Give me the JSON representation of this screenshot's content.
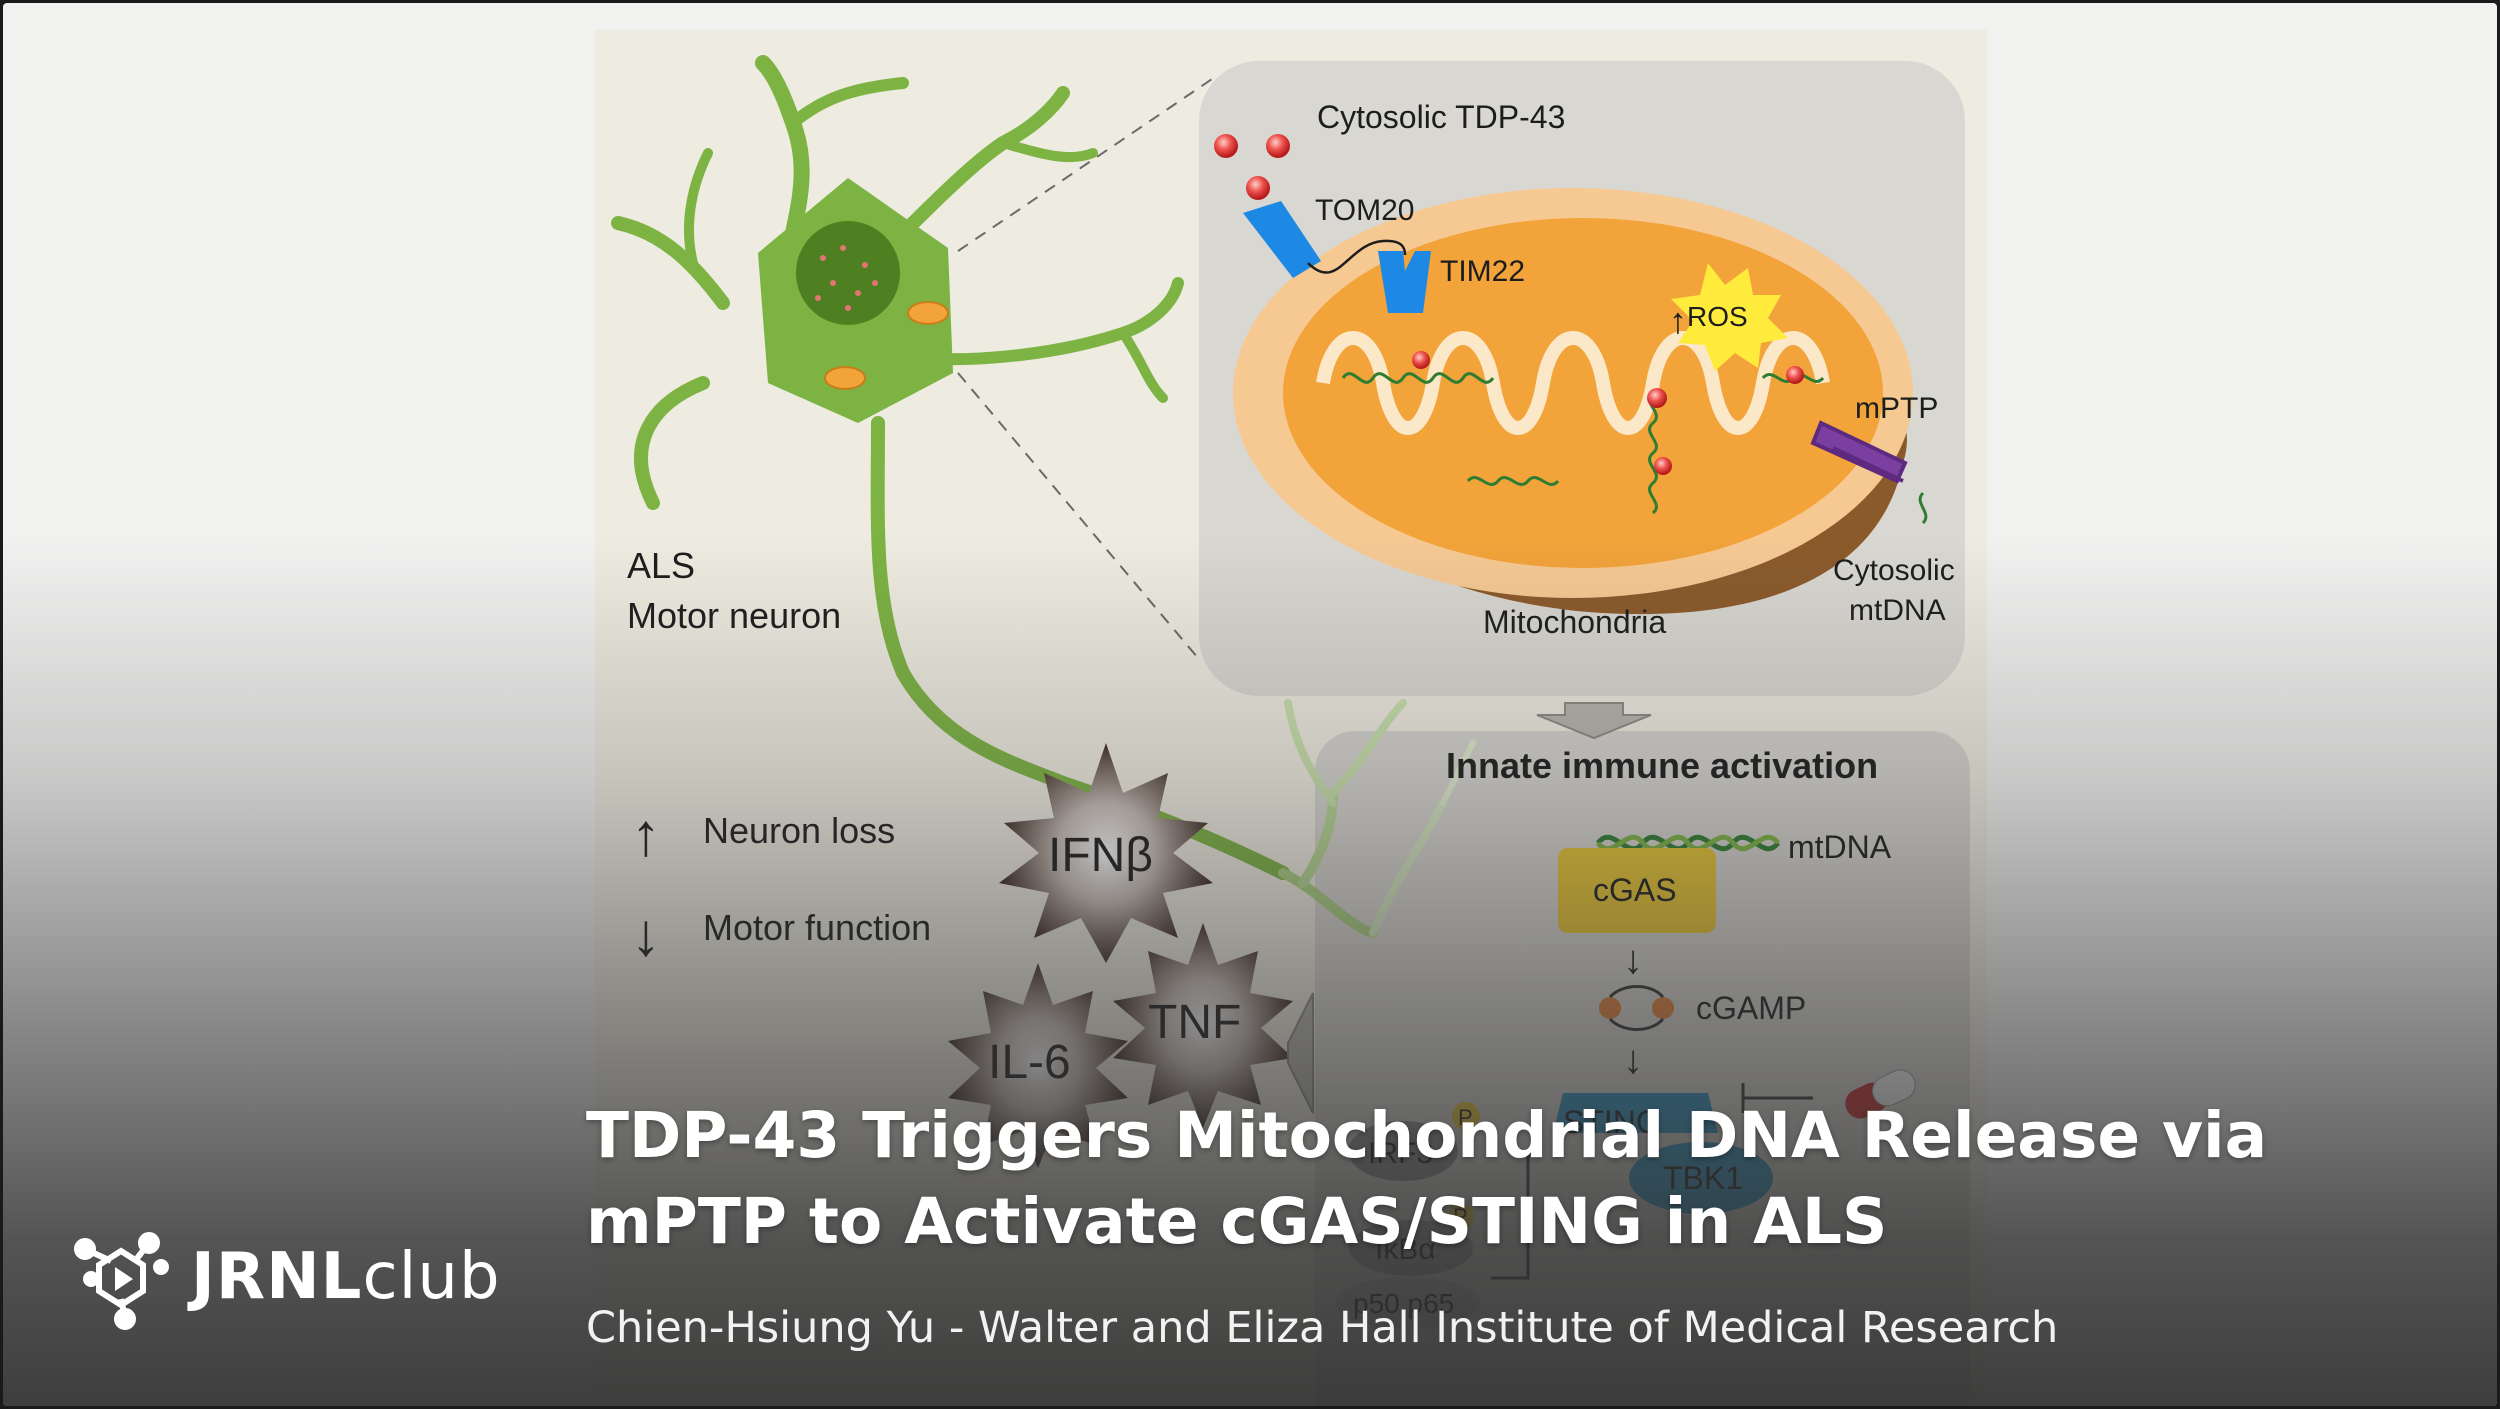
{
  "diagram": {
    "labels": {
      "cytosolic_tdp43": "Cytosolic TDP-43",
      "tom20": "TOM20",
      "tim22": "TIM22",
      "ros": "ROS",
      "mptp": "mPTP",
      "cytosolic_mtdna_line1": "Cytosolic",
      "cytosolic_mtdna_line2": "mtDNA",
      "mitochondria": "Mitochondria",
      "als_line1": "ALS",
      "als_line2": "Motor neuron",
      "neuron_loss": "Neuron loss",
      "motor_function": "Motor function",
      "innate_immune_activation": "Innate immune activation",
      "mtdna": "mtDNA",
      "cgas": "cGAS",
      "cgamp": "cGAMP",
      "sting": "STING",
      "tbk1": "TBK1",
      "irf3": "IRF3",
      "ikba": "IκBα",
      "p50_p65": "p50 p65",
      "phospho": "P",
      "ifnb": "IFNβ",
      "tnf": "TNF",
      "il6": "IL-6"
    },
    "colors": {
      "neuron_green": "#7cb342",
      "matrix_orange": "#f2a33a",
      "outer_membrane": "#f5cfa0",
      "tom_blue": "#1e88e5",
      "ros_yellow": "#ffeb3b",
      "mptp_purple": "#7b3fa0",
      "cgas_yellow": "#e8c531",
      "sting_blue": "#2a90c0"
    }
  },
  "caption": {
    "title": "TDP-43 Triggers Mitochondrial DNA Release via mPTP to Activate cGAS/STING in ALS",
    "subtitle": "Chien-Hsiung Yu - Walter and Eliza Hall Institute of Medical Research"
  },
  "logo": {
    "bold": "JRNL",
    "light": "club"
  }
}
